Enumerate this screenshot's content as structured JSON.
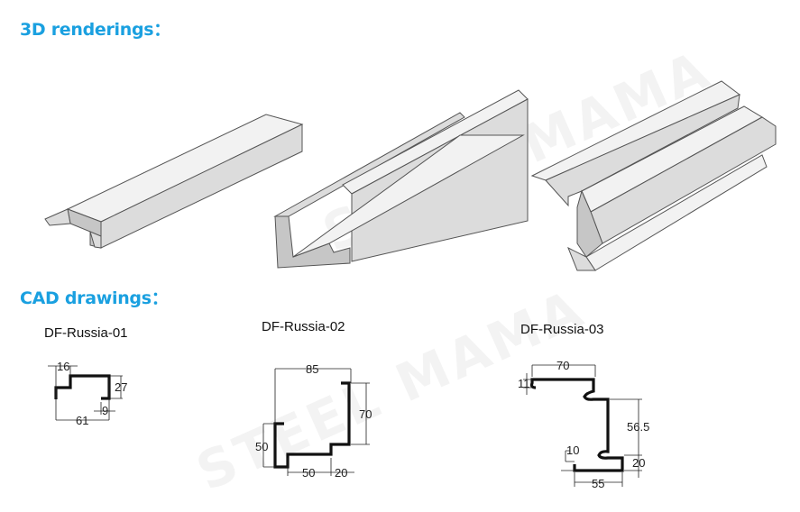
{
  "sections": {
    "renderings_title": "3D renderings：",
    "cad_title": "CAD drawings："
  },
  "watermark": "STEEL MAMA",
  "colors": {
    "heading": "#1aa0e0",
    "profile": "#111111"
  },
  "drawings": [
    {
      "name": "DF-Russia-01",
      "dims": [
        "16",
        "27",
        "9",
        "61"
      ]
    },
    {
      "name": "DF-Russia-02",
      "dims": [
        "85",
        "70",
        "50",
        "50",
        "20"
      ]
    },
    {
      "name": "DF-Russia-03",
      "dims": [
        "70",
        "11",
        "56.5",
        "10",
        "20",
        "55"
      ]
    }
  ]
}
